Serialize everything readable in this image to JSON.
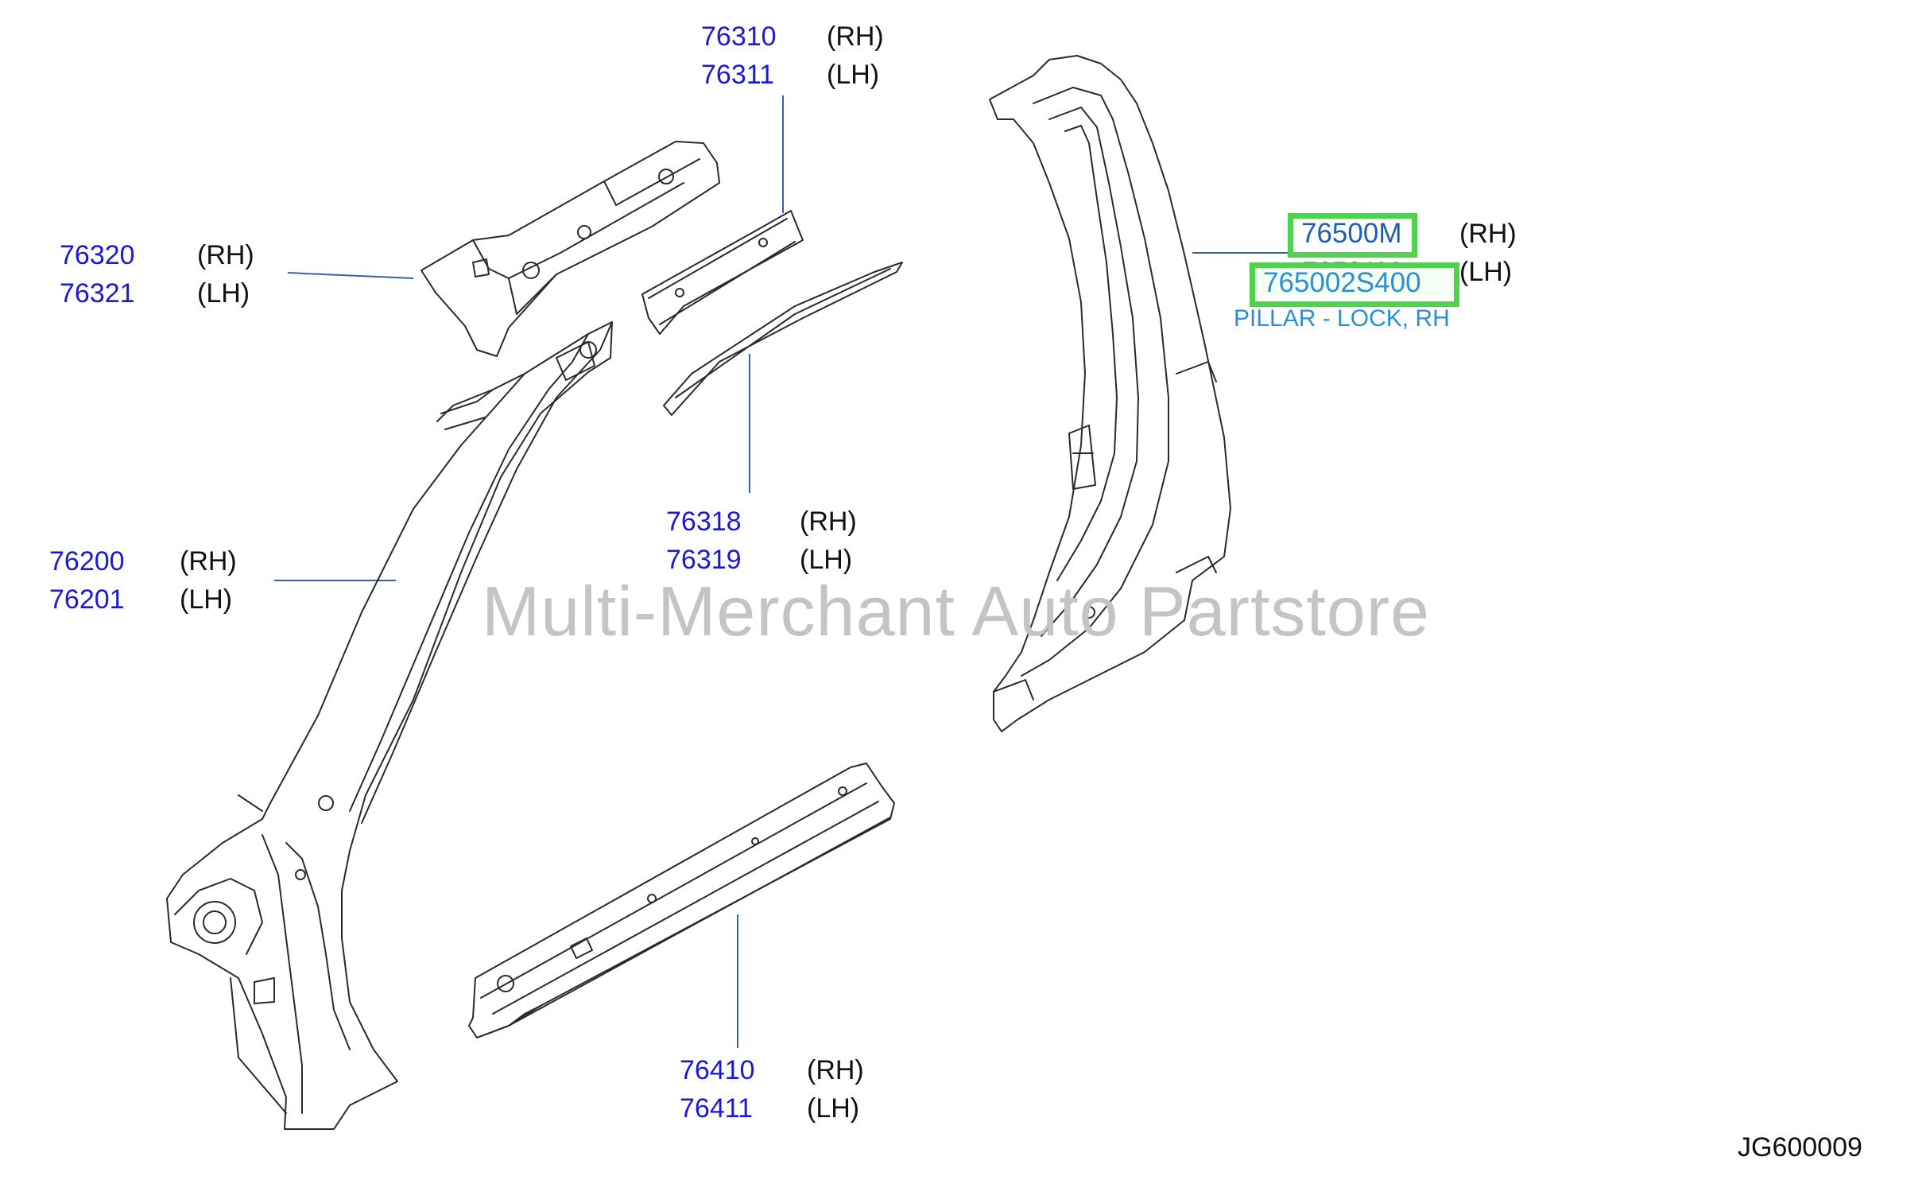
{
  "callouts": [
    {
      "id": "76310-76311",
      "rh": "76310",
      "lh": "76311",
      "rh_side": "(RH)",
      "lh_side": "(LH)"
    },
    {
      "id": "76320-76321",
      "rh": "76320",
      "lh": "76321",
      "rh_side": "(RH)",
      "lh_side": "(LH)"
    },
    {
      "id": "76318-76319",
      "rh": "76318",
      "lh": "76319",
      "rh_side": "(RH)",
      "lh_side": "(LH)"
    },
    {
      "id": "76200-76201",
      "rh": "76200",
      "lh": "76201",
      "rh_side": "(RH)",
      "lh_side": "(LH)"
    },
    {
      "id": "76410-76411",
      "rh": "76410",
      "lh": "76411",
      "rh_side": "(RH)",
      "lh_side": "(LH)"
    }
  ],
  "highlight": {
    "rh": "76500M",
    "rh_side": "(RH)",
    "lh_behind": "76501M",
    "lh_side": "(LH)",
    "overlay_part": "765002S400",
    "description": "PILLAR - LOCK, RH",
    "box_color": "#4fd24f"
  },
  "watermark": "Multi-Merchant Auto Partstore",
  "diagram_code": "JG600009"
}
